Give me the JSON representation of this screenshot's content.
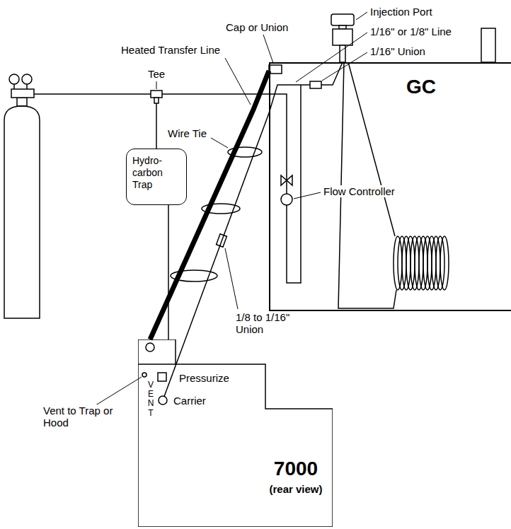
{
  "diagram": {
    "nodes": [
      {
        "text": [
          "GC"
        ]
      },
      {
        "text": [
          "Hydro- carbon Trap"
        ]
      },
      {
        "text": [
          "7000",
          "(rear view)"
        ]
      }
    ],
    "edges": [
      {
        "from": 1,
        "to": 2,
        "arrow": "none"
      },
      {
        "from": 0,
        "to": 2,
        "arrow": "none"
      },
      {
        "from": 2,
        "to": 0,
        "arrow": "none"
      }
    ],
    "labels": [
      "Injection Port",
      "Cap or Union",
      "1/16\" or 1/8\" Line",
      "1/16\" Union",
      "Heated Transfer Line",
      "Wire Tie",
      "Tee",
      "Flow Controller",
      "1/8 to 1/16\" Union",
      "Pressurize",
      "Carrier",
      "Vent to Trap or Hood",
      "VENT"
    ]
  }
}
